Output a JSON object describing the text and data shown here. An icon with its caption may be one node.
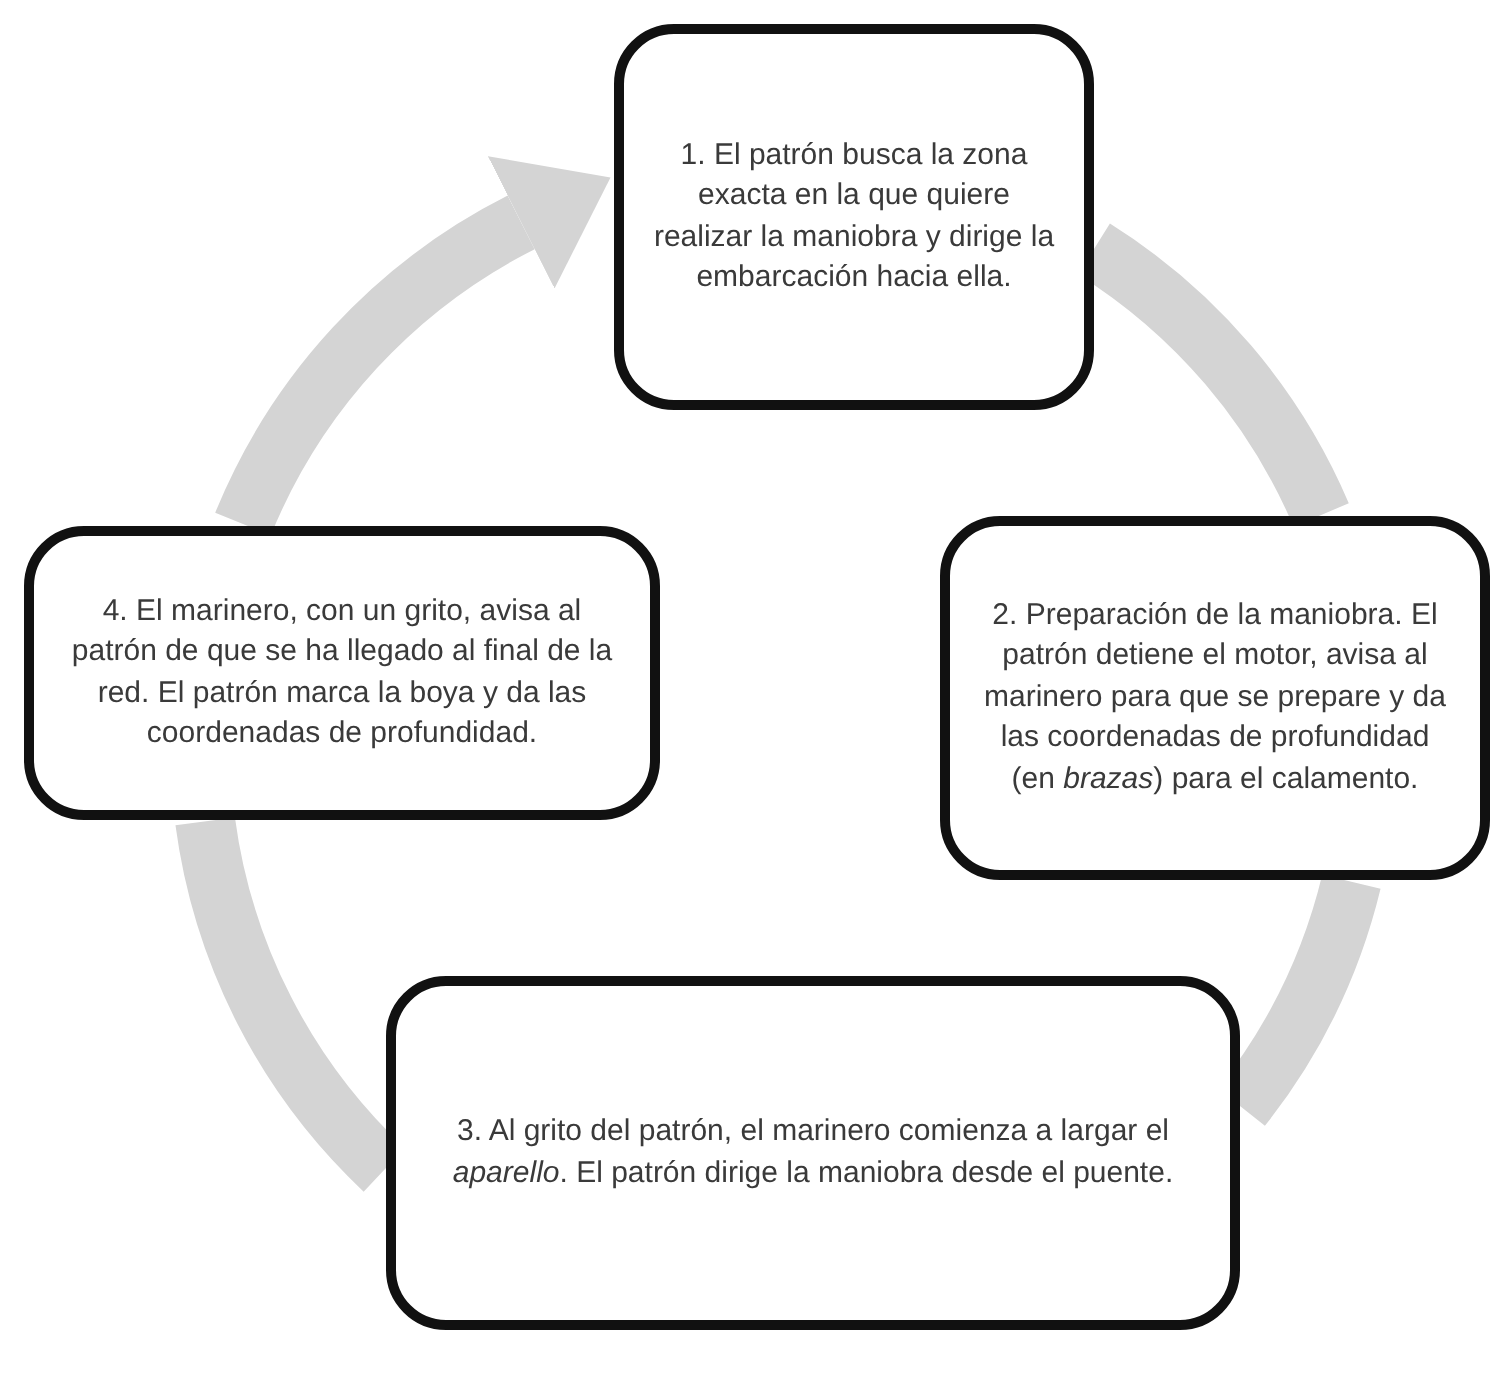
{
  "diagram": {
    "nodes": [
      {
        "text": [
          "1.  El patrón busca la zona exacta en la que quiere realizar la maniobra y dirige la embarcación hacia ella."
        ]
      },
      {
        "text": [
          "2.  Preparación de la maniobra. El patrón detiene el motor, avisa al marinero para que se prepare y da las coordenadas de profundidad (en *brazas*) para el calamento."
        ]
      },
      {
        "text": [
          "3.  Al grito del patrón, el marinero comienza a largar el *aparello*. El patrón dirige la maniobra desde el puente."
        ]
      },
      {
        "text": [
          "4.  El marinero, con un grito, avisa al patrón de que se ha llegado al final de la red. El patrón marca la boya y da las coordenadas de profundidad."
        ]
      }
    ],
    "edges": [
      {
        "from": 0,
        "to": 1,
        "arrow": "none"
      },
      {
        "from": 1,
        "to": 2,
        "arrow": "none"
      },
      {
        "from": 2,
        "to": 3,
        "arrow": "none"
      },
      {
        "from": 3,
        "to": 0,
        "arrow": "to"
      }
    ]
  }
}
